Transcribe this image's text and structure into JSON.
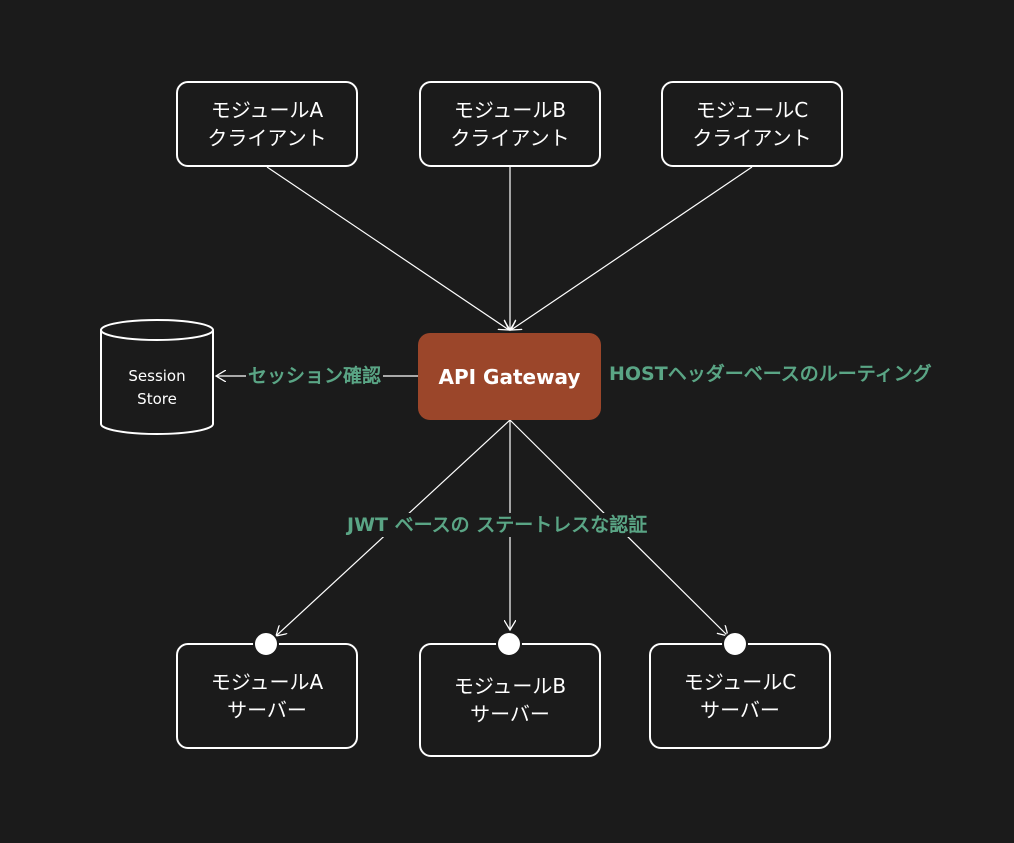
{
  "clients": [
    {
      "line1": "モジュールA",
      "line2": "クライアント"
    },
    {
      "line1": "モジュールB",
      "line2": "クライアント"
    },
    {
      "line1": "モジュールC",
      "line2": "クライアント"
    }
  ],
  "gateway": {
    "label": "API Gateway"
  },
  "store": {
    "line1": "Session",
    "line2": "Store"
  },
  "labels": {
    "session_check": "セッション確認",
    "routing": "HOSTヘッダーベースのルーティング",
    "auth": "JWT ベースの ステートレスな認証"
  },
  "servers": [
    {
      "line1": "モジュールA",
      "line2": "サーバー"
    },
    {
      "line1": "モジュールB",
      "line2": "サーバー"
    },
    {
      "line1": "モジュールC",
      "line2": "サーバー"
    }
  ],
  "colors": {
    "background": "#1b1b1b",
    "gateway": "#9b462a",
    "label": "#5aa585",
    "stroke": "#ffffff"
  }
}
